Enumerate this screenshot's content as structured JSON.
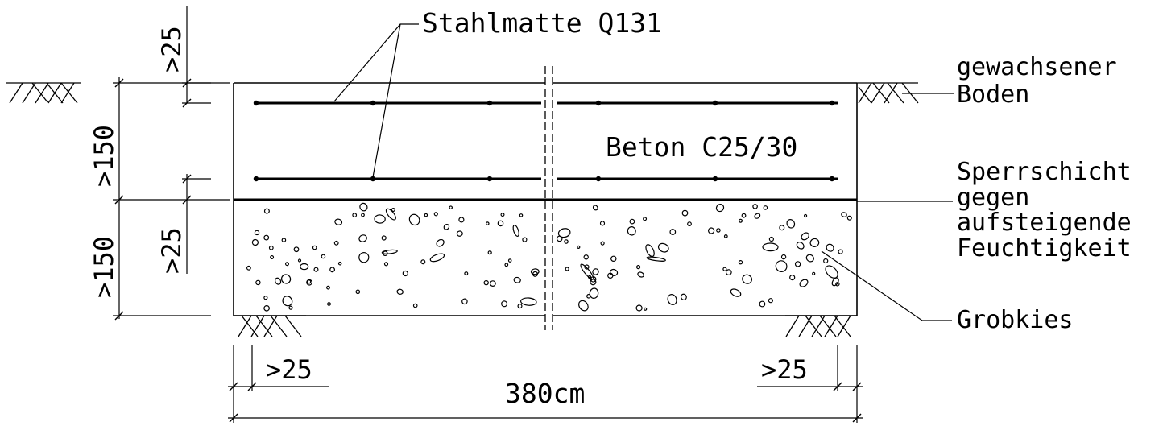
{
  "labels": {
    "rebar_mesh": "Stahlmatte Q131",
    "concrete": "Beton C25/30",
    "ground_line1": "gewachsener",
    "ground_line2": "Boden",
    "barrier_line1": "Sperrschicht",
    "barrier_line2": "gegen",
    "barrier_line3": "aufsteigende",
    "barrier_line4": "Feuchtigkeit",
    "gravel": "Grobkies"
  },
  "dimensions": {
    "top_cover": ">25",
    "slab_thickness": ">150",
    "bottom_cover": ">25",
    "gravel_thickness": ">150",
    "left_edge_cover": ">25",
    "right_edge_cover": ">25",
    "total_width": "380cm"
  }
}
